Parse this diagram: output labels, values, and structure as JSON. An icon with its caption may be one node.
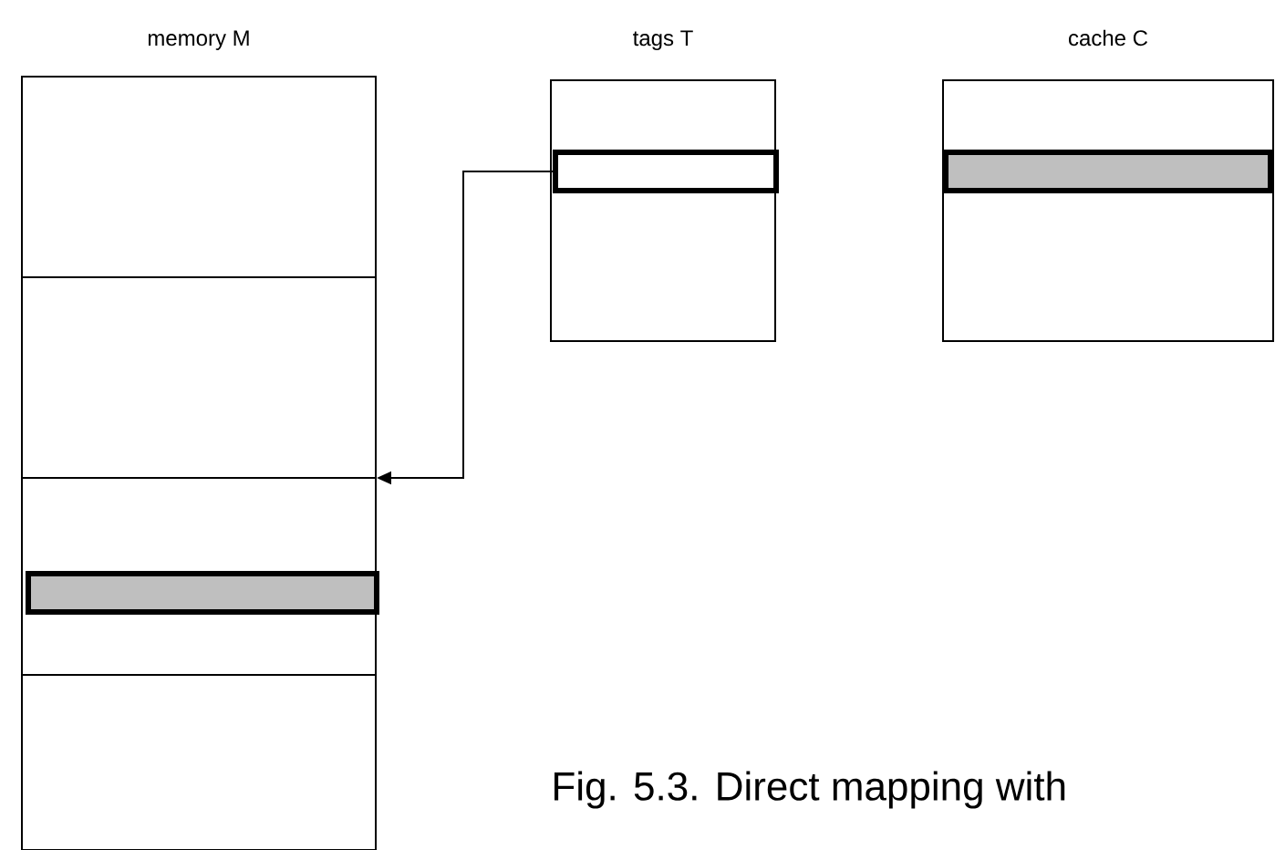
{
  "diagram": {
    "caption": "Fig. 5.3. Direct mapping with",
    "nodes": [
      {
        "text": [
          "memory M"
        ]
      },
      {
        "text": [
          "tags T"
        ]
      },
      {
        "text": [
          "cache C"
        ]
      },
      {
        "text": [],
        "shape": "box",
        "in": 0
      },
      {
        "text": [],
        "shape": "box",
        "in": 1
      },
      {
        "text": [],
        "shape": "box",
        "in": 2
      }
    ],
    "edges": [
      {
        "from": 4,
        "to": 0,
        "arrow": "to"
      }
    ]
  }
}
